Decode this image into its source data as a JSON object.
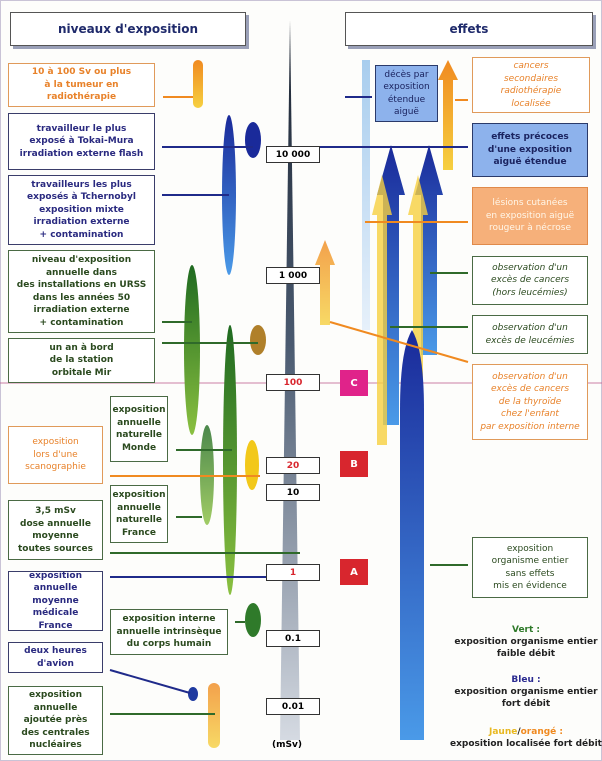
{
  "headers": {
    "left": "niveaux d'exposition",
    "right": "effets"
  },
  "unit": "(mSv)",
  "scale": [
    "10 000",
    "1 000",
    "100",
    "20",
    "10",
    "1",
    "0.1",
    "0.01"
  ],
  "badges": [
    "C",
    "B",
    "A"
  ],
  "left_boxes": [
    "10 à 100 Sv ou plus\nà la tumeur en\nradiothérapie",
    "travailleur le plus\nexposé à Tokai-Mura\nirradiation externe flash",
    "travailleurs les plus\nexposés à Tchernobyl\nexposition mixte\nirradiation externe\n+ contamination",
    "niveau d'exposition\nannuelle dans\ndes installations en URSS\ndans les années 50\nirradiation externe\n+ contamination",
    "un an à bord\nde la station\norbitale Mir",
    "exposition\nannuelle\nnaturelle\nMonde",
    "exposition\nlors d'une\nscanographie",
    "exposition\nannuelle\nnaturelle\nFrance",
    "3,5 mSv\ndose annuelle\nmoyenne\ntoutes sources",
    "exposition\nannuelle\nmoyenne médicale\nFrance",
    "exposition interne\nannuelle intrinsèque\ndu corps humain",
    "deux heures\nd'avion",
    "exposition\nannuelle\najoutée près\ndes centrales\nnucléaires"
  ],
  "right_boxes": [
    "décès par\nexposition\nétendue\naiguë",
    "cancers\nsecondaires\nradiothérapie\nlocalisée",
    "effets précoces\nd'une exposition\naiguë étendue",
    "lésions cutanées\nen exposition aiguë\nrougeur à nécrose",
    "observation d'un\nexcès de cancers\n(hors leucémies)",
    "observation d'un\nexcès de leucémies",
    "observation d'un\nexcès de cancers\nde la thyroïde\nchez l'enfant\npar exposition interne",
    "exposition\norganisme entier\nsans effets\nmis en évidence"
  ],
  "legend": {
    "green_title": "Vert :",
    "green_text": "exposition organisme entier\nfaible débit",
    "blue_title": "Bleu :",
    "blue_text": "exposition organisme entier\nfort débit",
    "yellow_title": "Jaune",
    "slash": "/",
    "orange_title": "orangé :",
    "yo_text": "exposition localisée fort débit"
  },
  "colors": {
    "green": "#2f7a2a",
    "blue": "#1f3aa0",
    "orange": "#f08a20",
    "yellow": "#f2c81a",
    "badge_c": "#e0238a",
    "badge_red": "#d8262e"
  }
}
